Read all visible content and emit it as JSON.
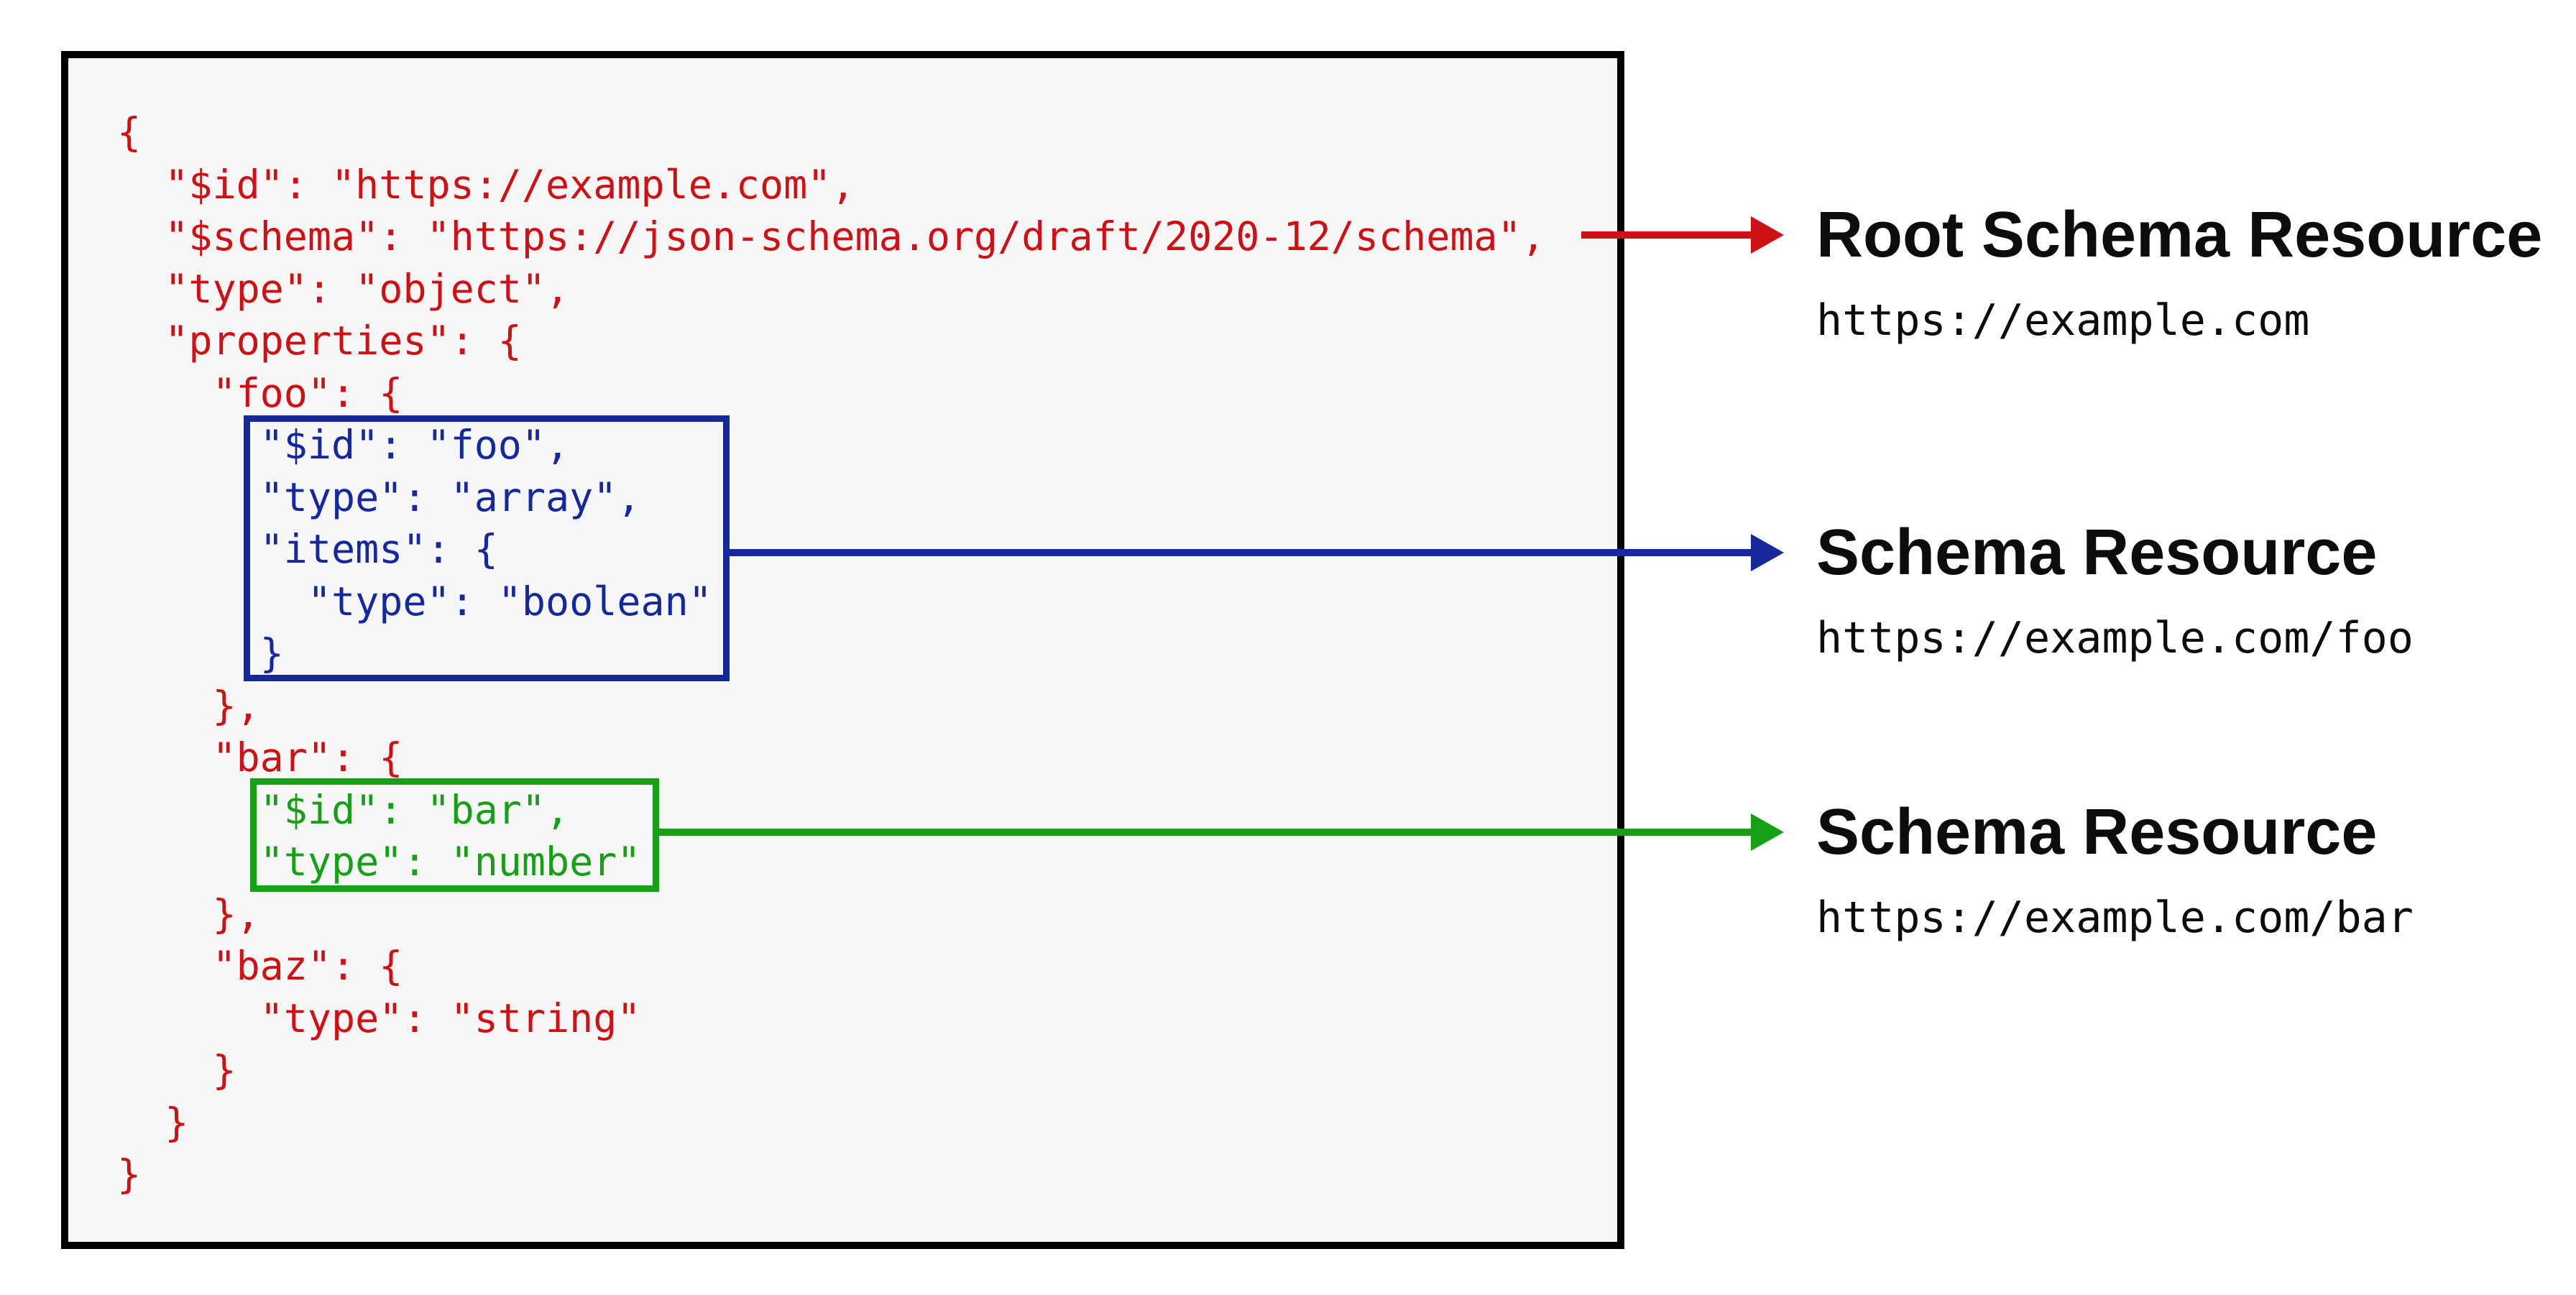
{
  "colors": {
    "red": "#ce1117",
    "blue": "#16289c",
    "green": "#17a017",
    "ink": "#0c0c0c",
    "panel_bg": "#f6f6f6",
    "panel_border": "#000000"
  },
  "code": {
    "lines": [
      {
        "text": "{",
        "color": "red"
      },
      {
        "text": "  \"$id\": \"https://example.com\",",
        "color": "red"
      },
      {
        "text": "  \"$schema\": \"https://json-schema.org/draft/2020-12/schema\",",
        "color": "red"
      },
      {
        "text": "  \"type\": \"object\",",
        "color": "red"
      },
      {
        "text": "  \"properties\": {",
        "color": "red"
      },
      {
        "text": "    \"foo\": {",
        "color": "red"
      },
      {
        "text": "      \"$id\": \"foo\",",
        "color": "blue"
      },
      {
        "text": "      \"type\": \"array\",",
        "color": "blue"
      },
      {
        "text": "      \"items\": {",
        "color": "blue"
      },
      {
        "text": "        \"type\": \"boolean\"",
        "color": "blue"
      },
      {
        "text": "      }",
        "color": "blue"
      },
      {
        "text": "    },",
        "color": "red"
      },
      {
        "text": "    \"bar\": {",
        "color": "red"
      },
      {
        "text": "      \"$id\": \"bar\",",
        "color": "green"
      },
      {
        "text": "      \"type\": \"number\"",
        "color": "green"
      },
      {
        "text": "    },",
        "color": "red"
      },
      {
        "text": "    \"baz\": {",
        "color": "red"
      },
      {
        "text": "      \"type\": \"string\"",
        "color": "red"
      },
      {
        "text": "    }",
        "color": "red"
      },
      {
        "text": "  }",
        "color": "red"
      },
      {
        "text": "}",
        "color": "red"
      }
    ]
  },
  "annotations": [
    {
      "arrow_color": "red",
      "title": "Root Schema Resource",
      "uri": "https://example.com"
    },
    {
      "arrow_color": "blue",
      "title": "Schema Resource",
      "uri": "https://example.com/foo"
    },
    {
      "arrow_color": "green",
      "title": "Schema Resource",
      "uri": "https://example.com/bar"
    }
  ]
}
